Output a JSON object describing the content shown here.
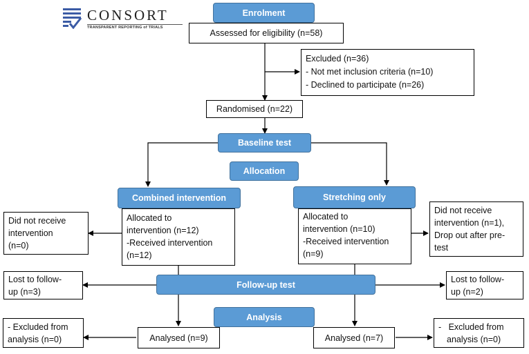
{
  "logo": {
    "title": "CONSORT",
    "subtitle": "TRANSPARENT REPORTING of TRIALS",
    "accent": "#3b5ba5",
    "icon": "consort-check-icon"
  },
  "colors": {
    "stage_fill": "#5b9bd5",
    "stage_border": "#41719c",
    "line": "#000000"
  },
  "stages": {
    "enrolment": "Enrolment",
    "baseline": "Baseline test",
    "allocation": "Allocation",
    "followup": "Follow-up test",
    "analysis": "Analysis"
  },
  "arms": {
    "combined": "Combined intervention",
    "stretching": "Stretching only"
  },
  "boxes": {
    "assessed": "Assessed for eligibility (n=58)",
    "excluded": [
      "Excluded (n=36)",
      "- Not met inclusion criteria (n=10)",
      "- Declined to participate (n=26)"
    ],
    "randomised": "Randomised (n=22)",
    "combined_alloc": [
      "Allocated to",
      "intervention (n=12)",
      "-Received intervention",
      "(n=12)"
    ],
    "stretch_alloc": [
      "Allocated to",
      "intervention (n=10)",
      "-Received intervention",
      "(n=9)"
    ],
    "combined_notreceived": [
      "Did not receive",
      "intervention",
      "(n=0)"
    ],
    "stretch_notreceived": [
      "Did not receive",
      "intervention (n=1),",
      "Drop out after pre-",
      "test"
    ],
    "combined_lost": [
      "Lost to follow-",
      "up (n=3)"
    ],
    "stretch_lost": [
      "Lost to follow-",
      "up (n=2)"
    ],
    "combined_analysed": "Analysed (n=9)",
    "stretch_analysed": "Analysed (n=7)",
    "combined_excl_analysis": [
      "- Excluded from",
      "analysis (n=0)"
    ],
    "stretch_excl_analysis": [
      "-   Excluded from",
      "analysis (n=0)"
    ]
  }
}
